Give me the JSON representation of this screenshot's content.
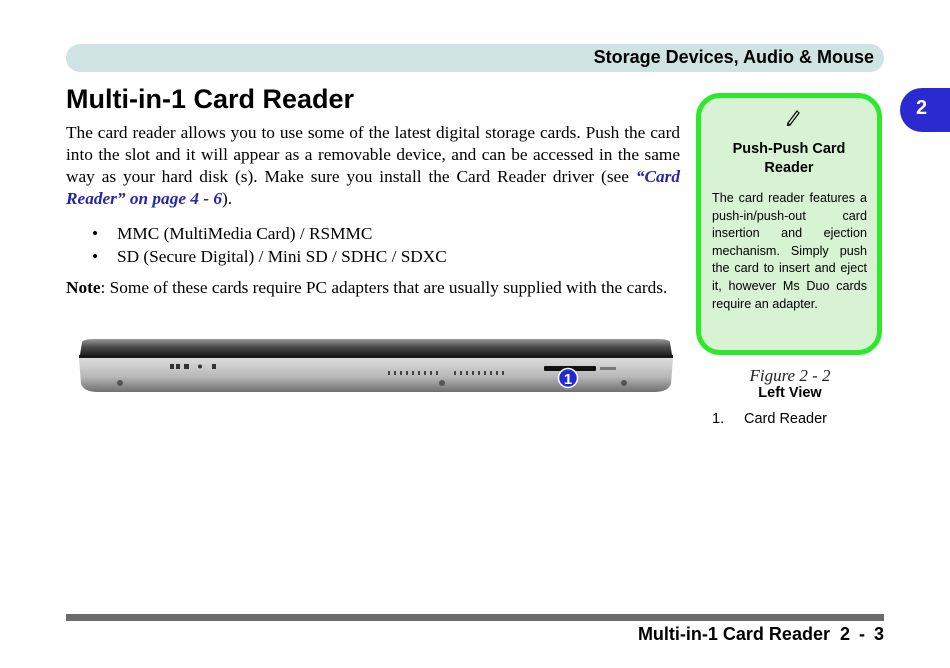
{
  "header": {
    "title": "Storage Devices, Audio & Mouse"
  },
  "chapter_tab": {
    "number": "2"
  },
  "page_title": "Multi-in-1 Card Reader",
  "intro": {
    "text_before_link": "The card reader allows you to use some of the latest digital storage cards. Push the card into the slot and it will appear as a removable device, and can be accessed in the same way as your hard disk (s). Make sure you install the Card Reader driver (see ",
    "link_text": "“Card Reader” on page 4 - 6",
    "text_after_link": ")."
  },
  "bullets": [
    {
      "marker": "•",
      "text": "MMC (MultiMedia Card) / RSMMC"
    },
    {
      "marker": "•",
      "text": "SD (Secure Digital) / Mini SD / SDHC / SDXC"
    }
  ],
  "note": {
    "label": "Note",
    "text": ": Some of these cards require PC adapters that are usually supplied with the cards."
  },
  "figure": {
    "callout": "1",
    "label": "Figure 2 - 2",
    "caption": "Left View",
    "items": [
      {
        "number": "1.",
        "text": "Card Reader"
      }
    ]
  },
  "sidebar": {
    "icon": "pencil-icon",
    "heading": "Push-Push Card Reader",
    "body": "The card reader features a push-in/push-out card insertion and ejection mechanism. Simply push the card to insert and eject it, however Ms Duo cards require an adapter."
  },
  "footer": {
    "section": "Multi-in-1 Card Reader",
    "page": "2 - 3"
  },
  "colors": {
    "header_bar": "#cfe3e2",
    "chapter_tab": "#2a2ad0",
    "link": "#2626a6",
    "sidebar_border": "#2ee82e",
    "sidebar_fill": "#d8f3d3",
    "footer_rule": "#6b6b6b"
  }
}
